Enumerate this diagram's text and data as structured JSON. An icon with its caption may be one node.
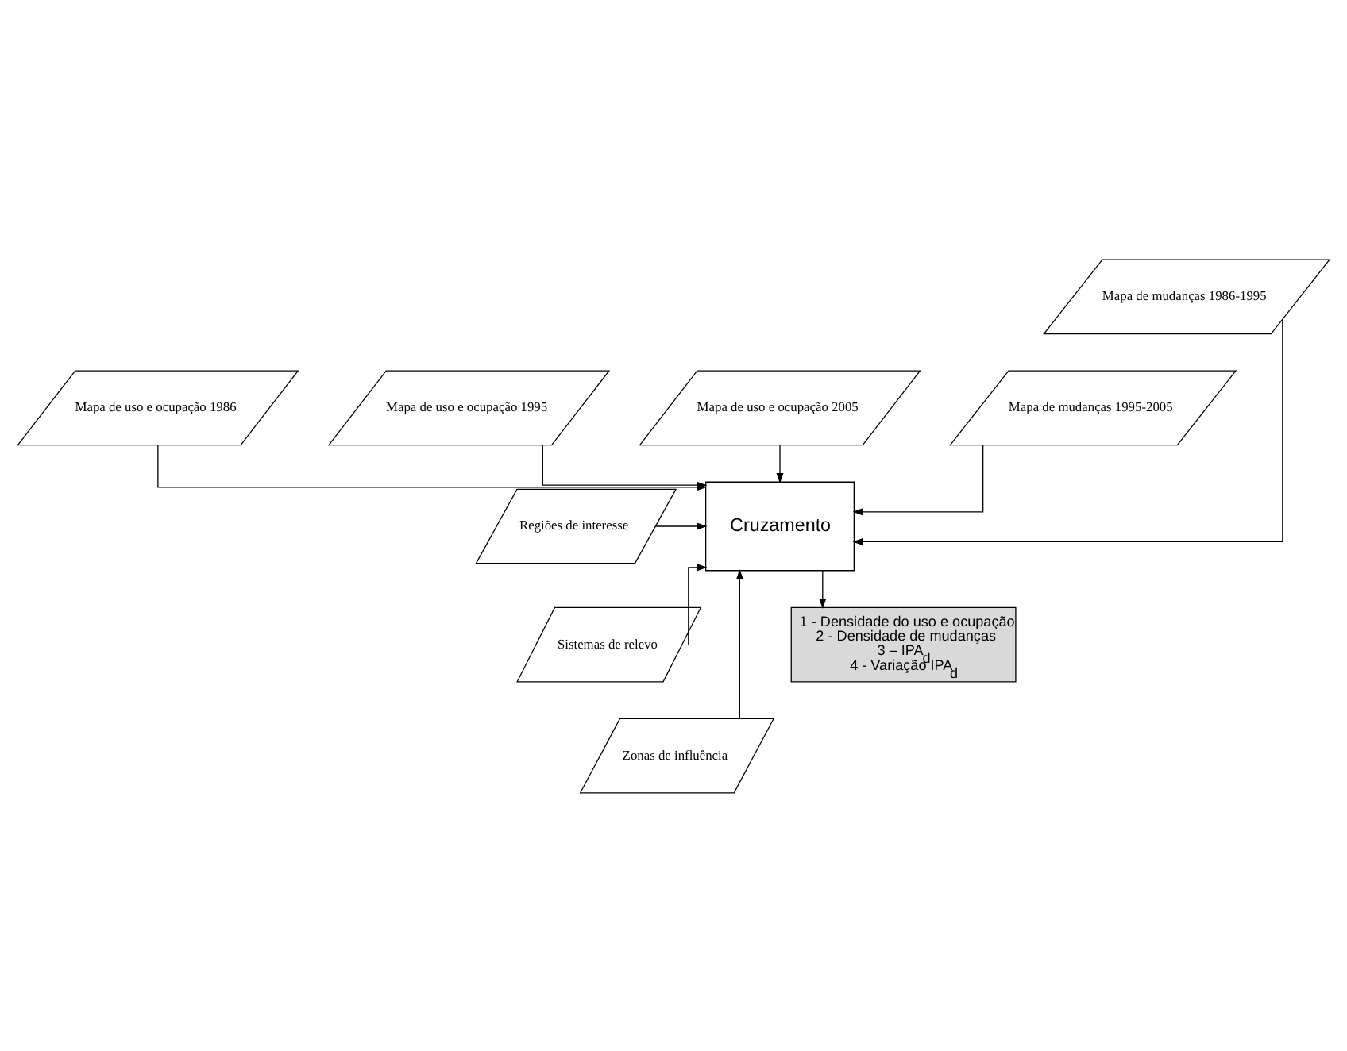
{
  "diagram": {
    "nodes": [
      {
        "text": [
          "Mapa de uso e ocupação 1986"
        ]
      },
      {
        "text": [
          "Mapa de uso e ocupação 1995"
        ]
      },
      {
        "text": [
          "Mapa de uso e ocupação 2005"
        ]
      },
      {
        "text": [
          "Mapa de mudanças 1986-1995"
        ]
      },
      {
        "text": [
          "Mapa de mudanças 1995-2005"
        ]
      },
      {
        "text": [
          "Regiões de interesse"
        ]
      },
      {
        "text": [
          "Sistemas de relevo"
        ]
      },
      {
        "text": [
          "Zonas de influência"
        ]
      },
      {
        "text": [
          "Cruzamento"
        ]
      },
      {
        "text": [
          "1 - Densidade do uso e ocupação",
          "2 - Densidade de mudanças",
          "3 – IPA$_{d}$",
          "4 - Variação IPA$_{d}$"
        ]
      }
    ],
    "edges": [
      {
        "from": 0,
        "to": 8,
        "arrow": "to"
      },
      {
        "from": 1,
        "to": 8,
        "arrow": "to"
      },
      {
        "from": 2,
        "to": 8,
        "arrow": "to"
      },
      {
        "from": 3,
        "to": 8,
        "arrow": "to"
      },
      {
        "from": 4,
        "to": 8,
        "arrow": "to"
      },
      {
        "from": 5,
        "to": 8,
        "arrow": "to"
      },
      {
        "from": 6,
        "to": 8,
        "arrow": "to"
      },
      {
        "from": 7,
        "to": 8,
        "arrow": "to"
      },
      {
        "from": 8,
        "to": 9,
        "arrow": "to"
      }
    ]
  }
}
